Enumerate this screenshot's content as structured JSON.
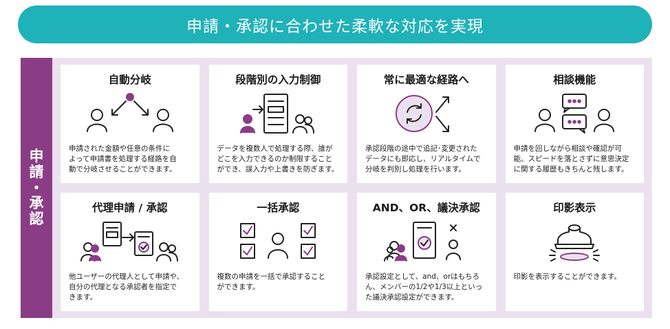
{
  "banner": {
    "title": "申請・承認に合わせた柔軟な対応を実現"
  },
  "side": {
    "chars": [
      "申",
      "請",
      "・",
      "承",
      "認"
    ]
  },
  "colors": {
    "teal": "#1fb2b8",
    "purple": "#8a3d86",
    "panel": "#ebe1ee"
  },
  "cards": [
    {
      "title": "自動分岐",
      "icon": "auto-branch-icon",
      "desc": "申請された金額や任意の条件に\nよって申請書を処理する経路を自\n動で分岐させることができます。"
    },
    {
      "title": "段階別の入力制御",
      "icon": "input-control-icon",
      "desc": "データを複数人で処理する際、誰が\nどこを入力できるのか制限すること\nができ、誤入力や上書きを防ぎます。"
    },
    {
      "title": "常に最適な経路へ",
      "icon": "optimal-route-icon",
      "desc": "承認段階の途中で追記･変更された\nデータにも即応し、リアルタイムで\n分岐を判別し処理を行います。"
    },
    {
      "title": "相談機能",
      "icon": "consultation-icon",
      "desc": "申請を回しながら相談や確認が可\n能。スピードを落とさずに意思決定\nに関する履歴もきちんと残します。"
    },
    {
      "title": "代理申請 / 承認",
      "icon": "proxy-approval-icon",
      "desc": "他ユーザーの代理人として申請や、\n自分の代理となる承認者を指定で\nきます。"
    },
    {
      "title": "一括承認",
      "icon": "bulk-approval-icon",
      "desc": "複数の申請を一括で承認すること\nができます。"
    },
    {
      "title": "AND、OR、議決承認",
      "icon": "vote-approval-icon",
      "desc": "承認設定として、and、orはもちろ\nん、メンバーの1/2や1/3以上といっ\nた議決承認設定ができます。"
    },
    {
      "title": "印影表示",
      "icon": "seal-stamp-icon",
      "desc": "印影を表示することができます。"
    }
  ]
}
